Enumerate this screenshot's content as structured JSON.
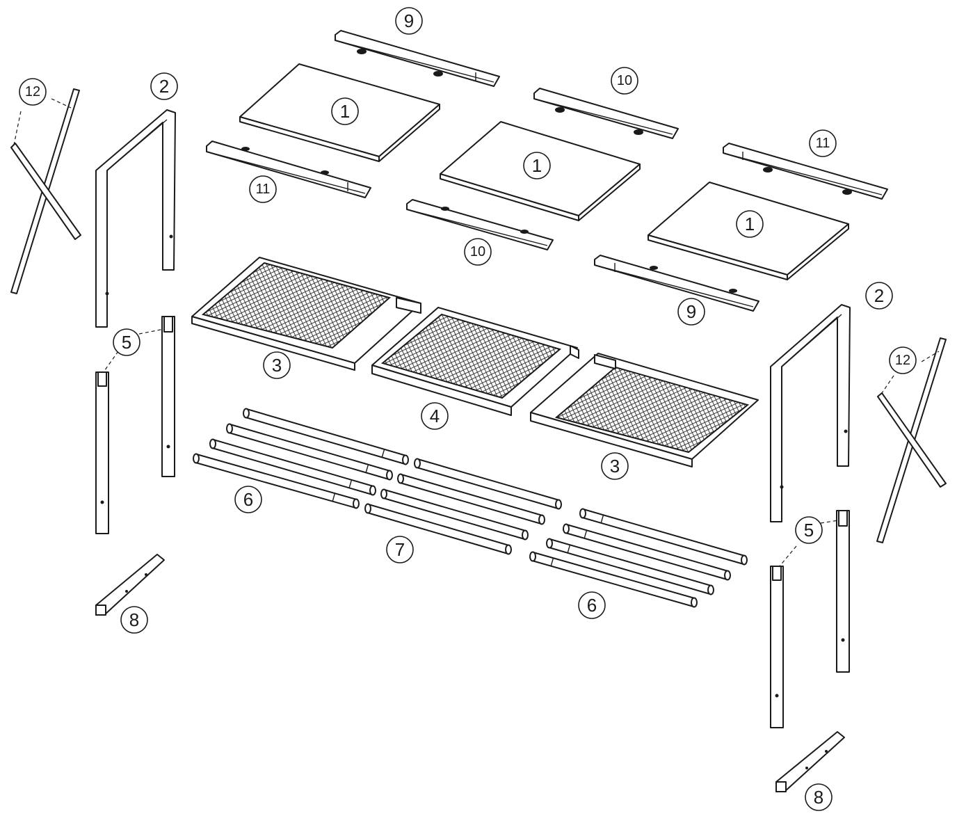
{
  "figure": {
    "type": "exploded-assembly-diagram",
    "background": "#ffffff",
    "line_color": "#1a1a1a"
  },
  "callouts": {
    "panel_a": "1",
    "panel_b": "1",
    "panel_c": "1",
    "frame_left": "2",
    "frame_right": "2",
    "mesh_left": "3",
    "mesh_right": "3",
    "mesh_middle": "4",
    "leg_left": "5",
    "leg_right": "5",
    "tubes_left": "6",
    "tubes_right": "6",
    "tubes_middle": "7",
    "foot_left": "8",
    "foot_right": "8",
    "rail_top": "9",
    "rail_bottom": "9",
    "rail_mid_top": "10",
    "rail_mid_bottom": "10",
    "rail_left": "11",
    "rail_right": "11",
    "brace_left": "12",
    "brace_right": "12"
  }
}
